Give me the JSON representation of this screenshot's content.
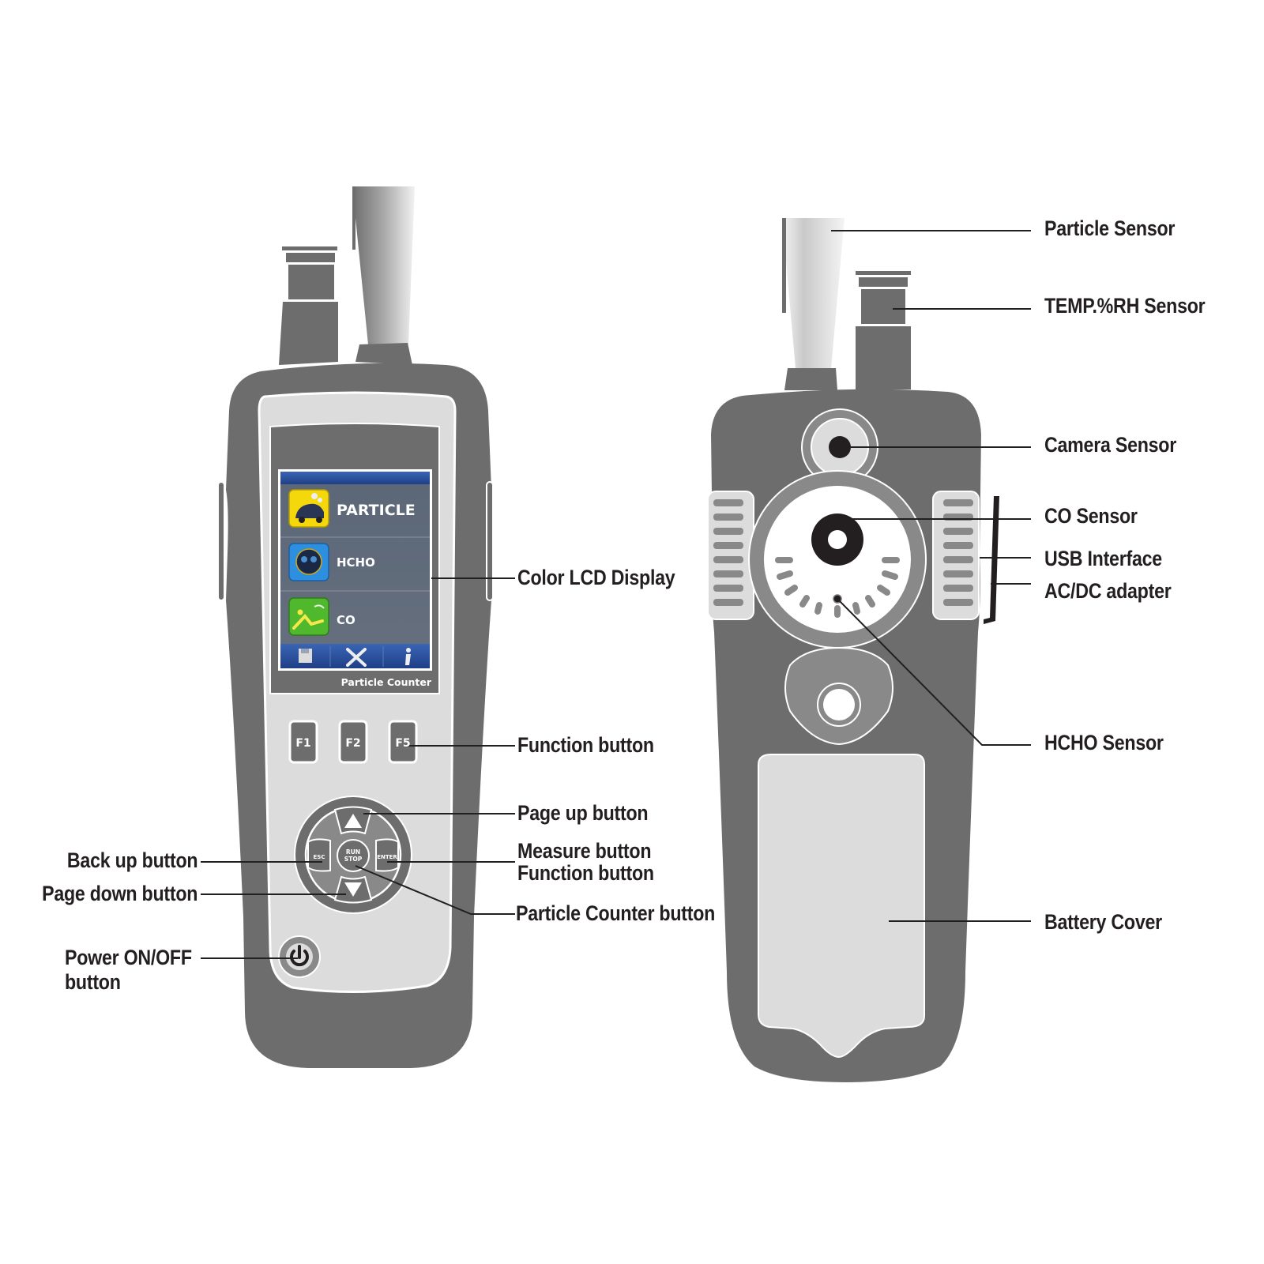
{
  "front_device": {
    "screen": {
      "menu_items": [
        {
          "label": "PARTICLE",
          "icon": "car-smog-icon",
          "icon_color": "#f5d80c"
        },
        {
          "label": "HCHO",
          "icon": "skull-mask-icon",
          "icon_color": "#2d8fe0"
        },
        {
          "label": "CO",
          "icon": "person-gas-icon",
          "icon_color": "#4fb82c"
        }
      ],
      "toolbar_icons": [
        "save-icon",
        "tools-icon",
        "info-icon"
      ],
      "header_color": "#2a4f9a",
      "bg_color": "#5c6675"
    },
    "model_name": "Particle Counter",
    "function_keys": [
      "F1",
      "F2",
      "F5"
    ],
    "dpad": {
      "center_top": "RUN",
      "center_bottom": "STOP",
      "left": "ESC",
      "right": "ENTER"
    }
  },
  "labels": {
    "color_lcd": "Color LCD Display",
    "function_button": "Function button",
    "page_up": "Page up button",
    "measure_button": "Measure button",
    "function_button_2": "Function button",
    "particle_counter_button": "Particle Counter button",
    "back_up": "Back up button",
    "page_down": "Page down button",
    "power_line1": "Power ON/OFF",
    "power_line2": "button",
    "particle_sensor": "Particle Sensor",
    "temp_rh_sensor": "TEMP.%RH Sensor",
    "camera_sensor": "Camera Sensor",
    "co_sensor": "CO Sensor",
    "usb_interface": "USB Interface",
    "acdc_adapter": "AC/DC adapter",
    "hcho_sensor": "HCHO Sensor",
    "battery_cover": "Battery Cover"
  },
  "colors": {
    "body": "#6e6d6e",
    "panel": "#dcdcdc",
    "line": "#231f20"
  }
}
